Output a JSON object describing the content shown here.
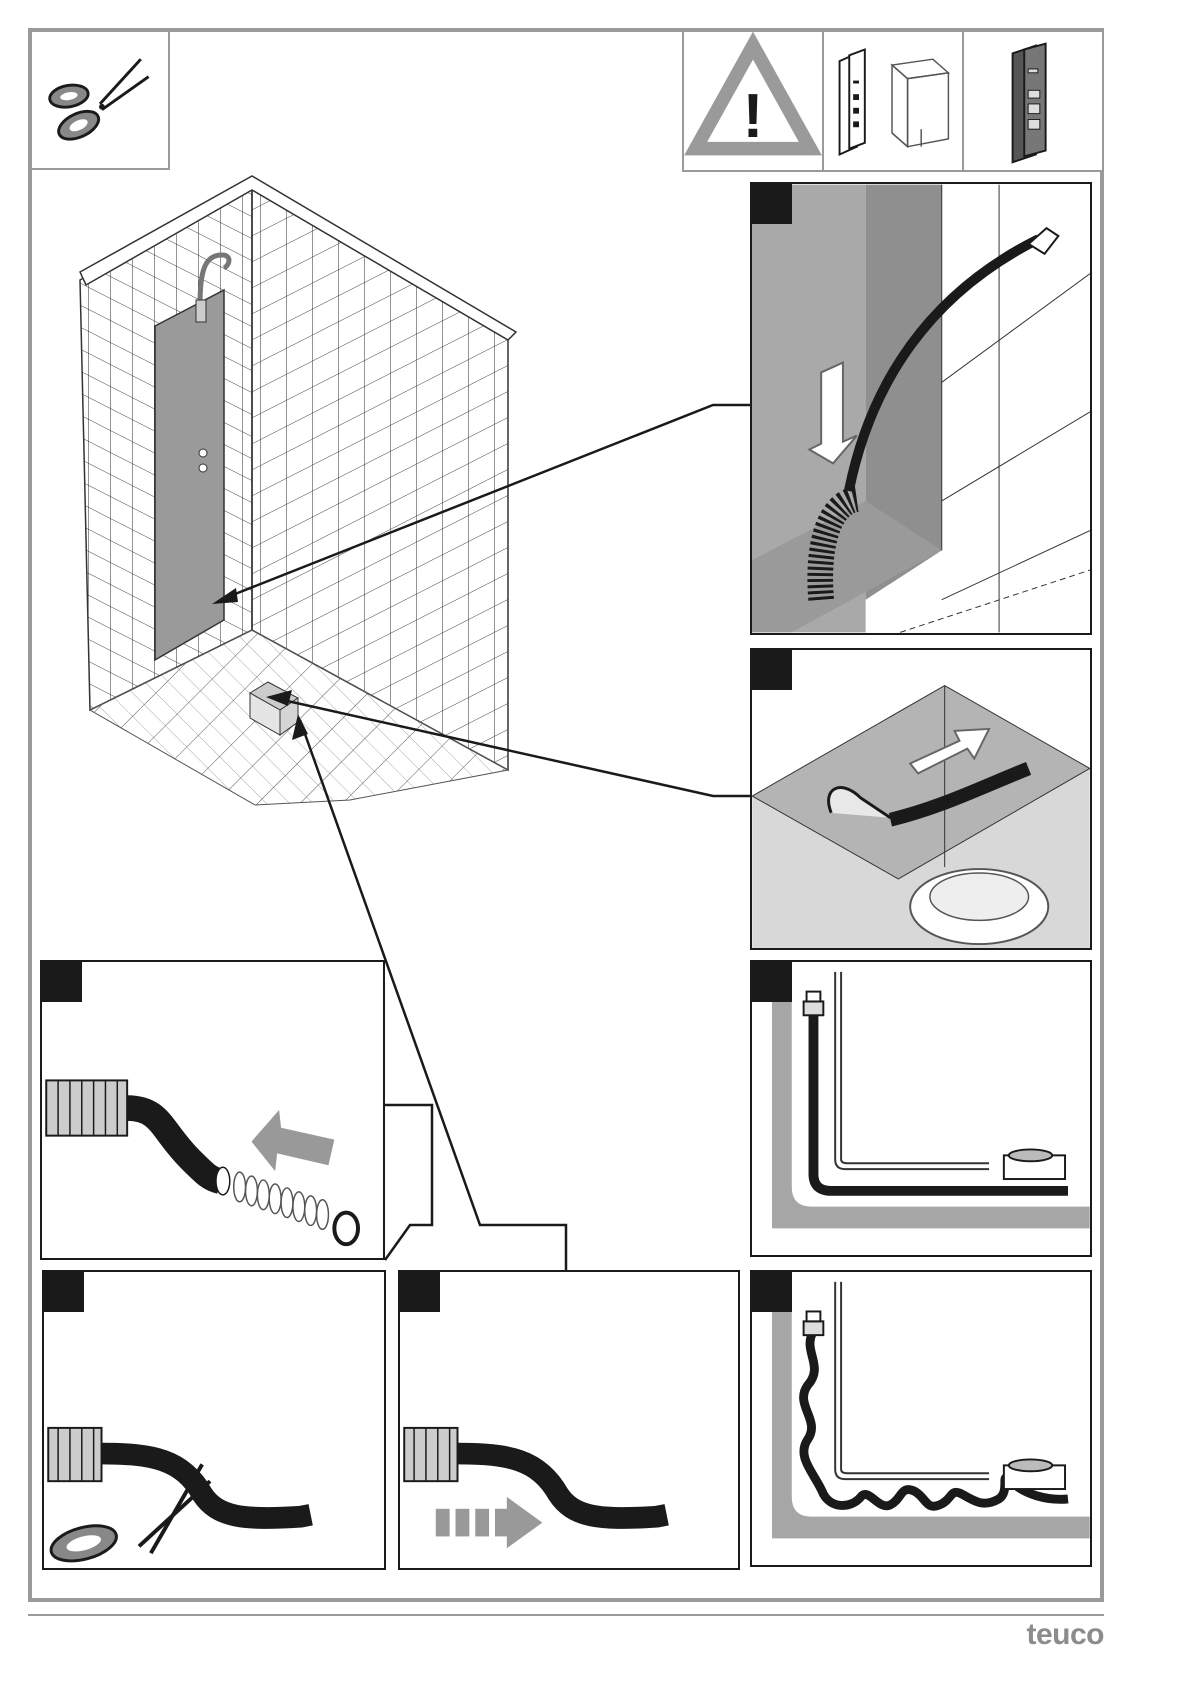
{
  "brand": {
    "name": "teuco",
    "color": "#8c8c8c"
  },
  "colors": {
    "ink": "#1a1a1a",
    "panel_grey": "#a6a6a6",
    "light_grey": "#d0d0d0",
    "frame": "#9a9a9a"
  },
  "icons": {
    "tool": "scissors-icon",
    "warning": "warning-triangle-icon",
    "warning_symbol": "!",
    "product_a": "shower-panel-and-enclosure-icon",
    "product_b": "shower-panel-icon"
  },
  "steps": [
    {
      "id": "insert-hose-into-column"
    },
    {
      "id": "push-hose-into-drain-box"
    },
    {
      "id": "hose-routing-straight"
    },
    {
      "id": "fit-spring-and-clamp"
    },
    {
      "id": "cut-hose"
    },
    {
      "id": "push-hose-in"
    },
    {
      "id": "hose-routing-with-slack"
    }
  ]
}
